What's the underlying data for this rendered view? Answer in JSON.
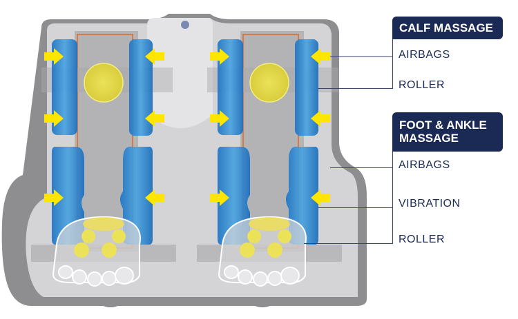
{
  "calf": {
    "title": "CALF MASSAGE",
    "items": [
      "AIRBAGS",
      "ROLLER"
    ]
  },
  "foot": {
    "title_line1": "FOOT & ANKLE",
    "title_line2": "MASSAGE",
    "items": [
      "AIRBAGS",
      "VIBRATION",
      "ROLLER"
    ]
  },
  "colors": {
    "navy": "#1b2a55",
    "airbag": "#2a86d0",
    "arrow": "#ffe600",
    "roller": "#e3d84a",
    "body": "#d4d4d6"
  }
}
